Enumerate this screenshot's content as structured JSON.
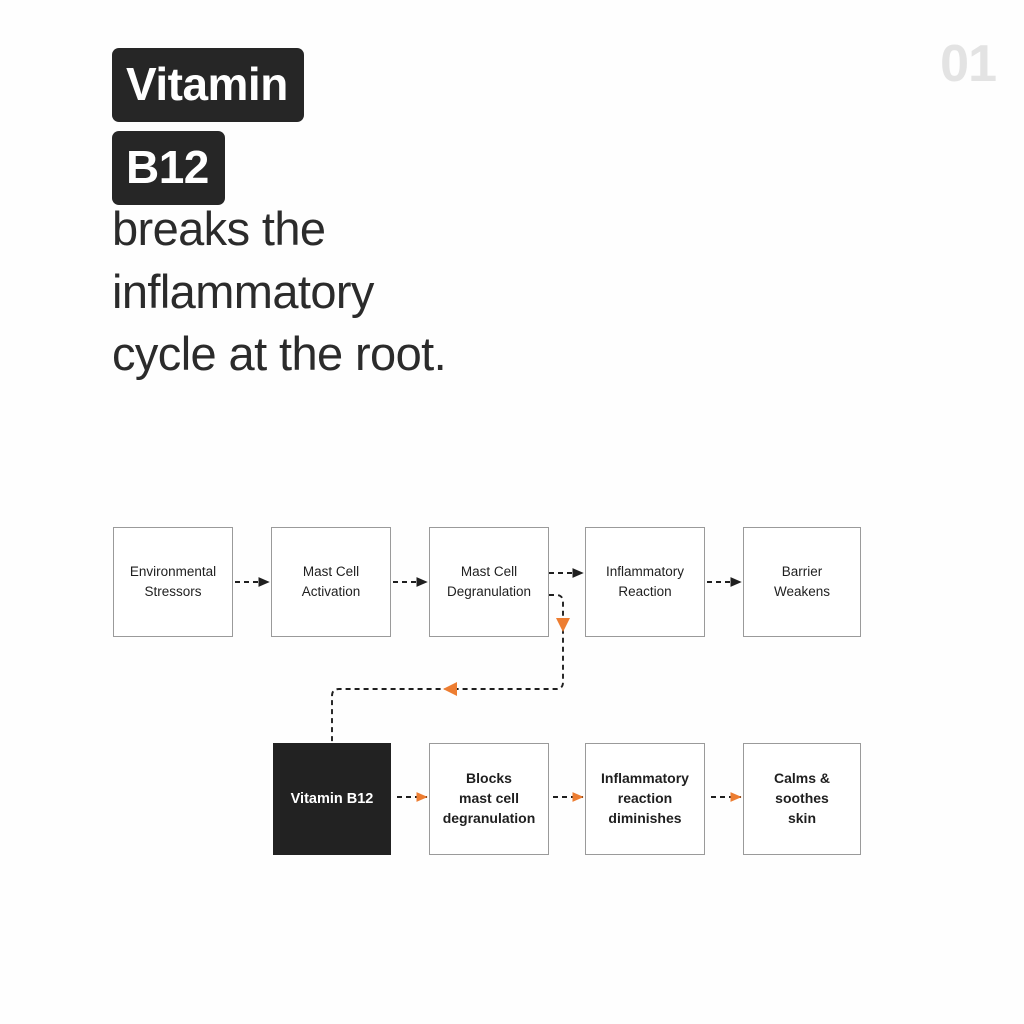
{
  "page": {
    "background_color": "#fefefe",
    "step_number": "01",
    "step_number_color": "#e3e3e3"
  },
  "title": {
    "badges": [
      "Vitamin",
      "B12"
    ],
    "badge_bg": "#262626",
    "badge_text_color": "#ffffff"
  },
  "headline": {
    "lines": [
      "breaks the",
      "inflammatory",
      "cycle at the root."
    ],
    "color": "#2b2b2b"
  },
  "diagram": {
    "type": "flowchart",
    "accent_color": "#ED7D31",
    "line_color": "#1f1f1f",
    "box_border_color": "#9a9a9a",
    "top_row": {
      "name": "inflammatory-cycle",
      "nodes": [
        {
          "id": "environmental-stressors",
          "label": "Environmental\nStressors"
        },
        {
          "id": "mast-cell-activation",
          "label": "Mast Cell\nActivation"
        },
        {
          "id": "mast-cell-degranulation",
          "label": "Mast Cell\nDegranulation"
        },
        {
          "id": "inflammatory-reaction",
          "label": "Inflammatory\nReaction"
        },
        {
          "id": "barrier-weakens",
          "label": "Barrier\nWeakens"
        }
      ]
    },
    "bottom_row": {
      "name": "vitamin-b12-intervention",
      "nodes": [
        {
          "id": "vitamin-b12",
          "label": "Vitamin B12",
          "dark": true
        },
        {
          "id": "blocks-mast-cell-degranulation",
          "label": "Blocks\nmast cell\ndegranulation",
          "dark": false
        },
        {
          "id": "inflammatory-reaction-diminishes",
          "label": "Inflammatory\nreaction\ndiminishes",
          "dark": false
        },
        {
          "id": "calms-soothes-skin",
          "label": "Calms &\nsoothes\nskin",
          "dark": false
        }
      ]
    },
    "feedback_loop": {
      "name": "intervention-feedback-loop",
      "from": "mast-cell-degranulation",
      "to": "vitamin-b12",
      "style": "dashed",
      "arrow_color": "#ED7D31"
    }
  }
}
